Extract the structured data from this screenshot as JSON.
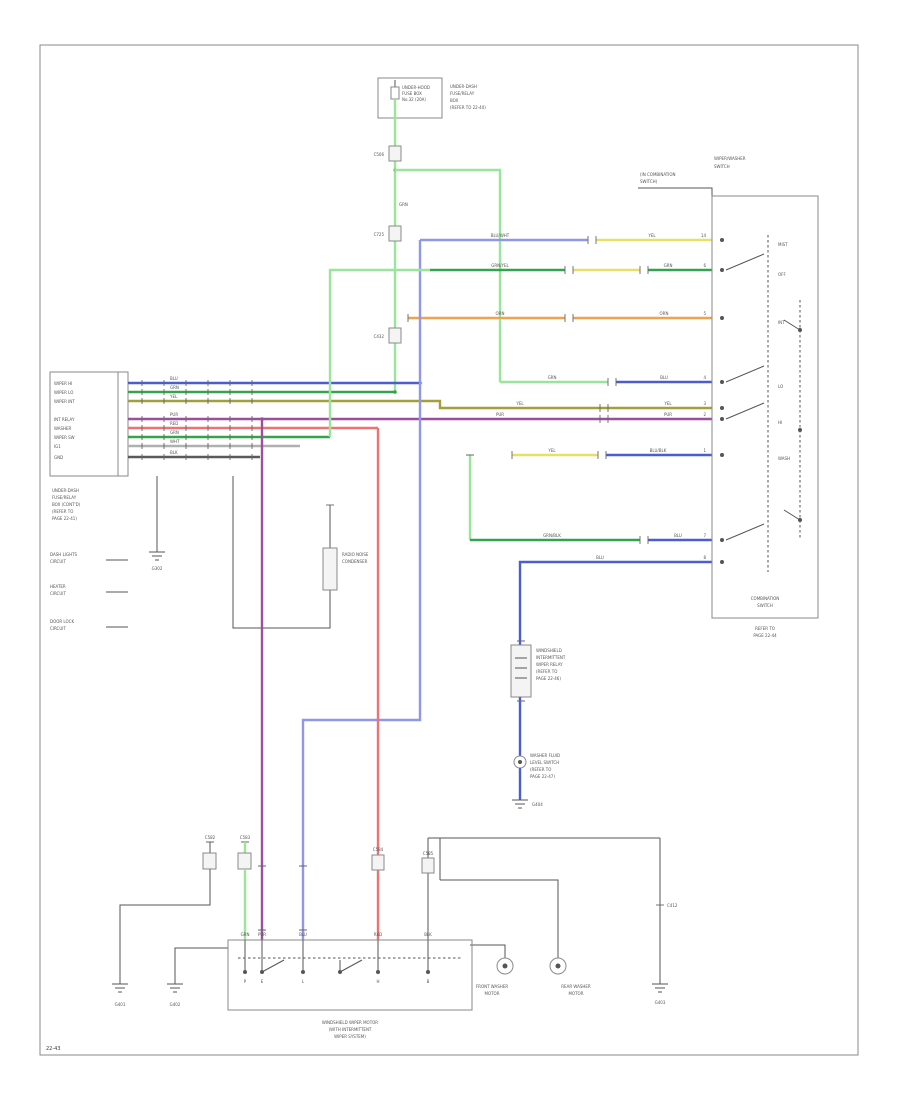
{
  "colors": {
    "pale_green": "#9be49b",
    "green": "#33a34c",
    "blue": "#4a5ed0",
    "periwinkle": "#8f97e6",
    "purple": "#9d4f9f",
    "red": "#ef7272",
    "orange": "#efa24f",
    "yellow": "#e6e066",
    "olive": "#a29f3d",
    "gray": "#b0b0b0",
    "dark": "#5a5a5a"
  },
  "labels": {
    "page": "22-43",
    "v_grn": "GRN",
    "top_fuse": [
      "UNDER-HOOD",
      "FUSE BOX",
      "No.32 (20A)"
    ],
    "top_side": [
      "UNDER-DASH",
      "FUSE/RELAY",
      "BOX",
      "(REFER TO 22-40)"
    ],
    "conn_top": [
      "C506",
      "C725",
      "C432"
    ],
    "left_block": {
      "rows": [
        {
          "label": "WIPER HI",
          "wire": "BLU"
        },
        {
          "label": "WIPER LO",
          "wire": "GRN"
        },
        {
          "label": "WIPER INT",
          "wire": "YEL"
        },
        {
          "label": "INT RELAY",
          "wire": "PUR"
        },
        {
          "label": "WASHER",
          "wire": "RED"
        },
        {
          "label": "WIPER SW",
          "wire": "GRN"
        },
        {
          "label": "IG1",
          "wire": "WHT"
        },
        {
          "label": "GND",
          "wire": "BLK"
        }
      ],
      "title": [
        "UNDER-DASH",
        "FUSE/RELAY",
        "BOX (CONT'D)",
        "(REFER TO",
        "PAGE 22-41)"
      ],
      "stub1": [
        "DASH LIGHTS",
        "CIRCUIT"
      ],
      "stub2": [
        "HEATER",
        "CIRCUIT"
      ],
      "stub3": [
        "DOOR LOCK",
        "CIRCUIT"
      ],
      "g302": "G302",
      "condenser": [
        "RADIO NOISE",
        "CONDENSER"
      ]
    },
    "right_box": {
      "title": [
        "WIPER/WASHER",
        "SWITCH"
      ],
      "combo": [
        "(IN COMBINATION",
        "SWITCH)"
      ],
      "positions": [
        "MIST",
        "OFF",
        "INT",
        "LO",
        "HI",
        "WASH"
      ],
      "bottom": [
        "COMBINATION",
        "SWITCH"
      ],
      "below": [
        "REFER TO",
        "PAGE 22-44"
      ]
    },
    "rows": [
      {
        "seg1": "BLU/WHT",
        "seg2": "YEL",
        "pin": "14"
      },
      {
        "seg1": "GRN/YEL",
        "seg2": "GRN",
        "pin": "6"
      },
      {
        "seg1": "ORN",
        "seg2": "ORN",
        "pin": "5"
      },
      {
        "seg1": "GRN",
        "seg2": "BLU",
        "pin": "4"
      },
      {
        "seg1": "YEL",
        "seg2": "YEL",
        "pin": "3"
      },
      {
        "seg1": "PUR",
        "seg2": "PUR",
        "pin": "2"
      },
      {
        "seg1": "YEL",
        "seg2": "BLU/BLK",
        "pin": "1"
      },
      {
        "seg1": "GRN/BLK",
        "seg2": "BLU",
        "pin": "7"
      },
      {
        "seg1": "BLU",
        "seg2": "",
        "pin": "8"
      }
    ],
    "relay": [
      "WINDSHIELD",
      "INTERMITTENT",
      "WIPER RELAY",
      "(REFER TO",
      "PAGE 22-46)"
    ],
    "washer_level": [
      "WASHER FLUID",
      "LEVEL SWITCH",
      "(REFER TO",
      "PAGE 22-47)"
    ],
    "g401": "G401",
    "g402": "G402",
    "g403": "G403",
    "g404": "G404",
    "c412": "C412",
    "c582": "C582",
    "c583": "C583",
    "c584": "C584",
    "c585": "C585",
    "front_washer": [
      "FRONT WASHER",
      "MOTOR"
    ],
    "rear_washer": [
      "REAR WASHER",
      "MOTOR"
    ],
    "motor_caption": [
      "WINDSHIELD WIPER MOTOR",
      "(WITH INTERMITTENT",
      "WIPER SYSTEM)"
    ],
    "motor_pins": [
      "GRN",
      "PUR",
      "BLU",
      "RED",
      "BLK"
    ],
    "contact_letters": [
      "P",
      "E",
      "L",
      "H",
      "B"
    ]
  }
}
